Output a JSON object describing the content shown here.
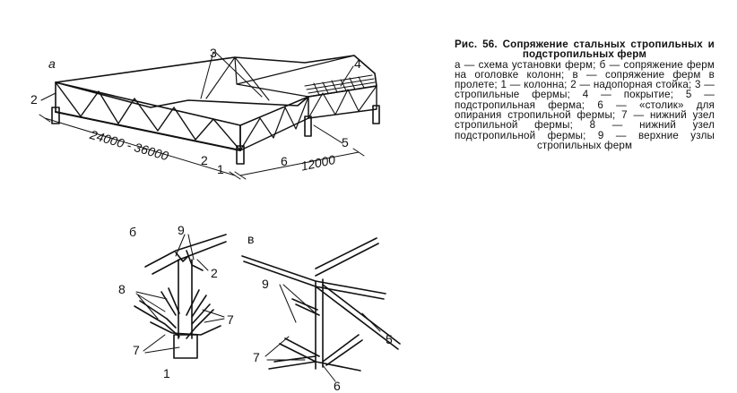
{
  "caption": {
    "title": "Рис. 56. Сопряжение стальных стропильных и подстропильных ферм",
    "body": "а — схема установки ферм; б — сопряжение ферм на оголовке колонн; в — сопряжение ферм в пролете; 1 — колонна; 2 — надопорная стойка; 3 — стропильные фермы; 4 — покрытие; 5 — подстропильная ферма; 6 — «столик» для опирания стропильной фермы; 7 — нижний узел стропильной фермы; 8 — нижний узел подстропильной фермы; 9 — верхние узлы стропильных ферм"
  },
  "labels": {
    "panel_a": "а",
    "panel_b": "б",
    "panel_v": "в",
    "a_2": "2",
    "a_3": "3",
    "a_4": "4",
    "a_5": "5",
    "a_6": "6",
    "a_2b": "2",
    "a_1": "1",
    "dim_span": "24000 - 36000",
    "dim_step": "12000",
    "b_9": "9",
    "b_2": "2",
    "b_8": "8",
    "b_7a": "7",
    "b_7b": "7",
    "b_1": "1",
    "v_9": "9",
    "v_5": "5",
    "v_7": "7",
    "v_6": "6"
  }
}
